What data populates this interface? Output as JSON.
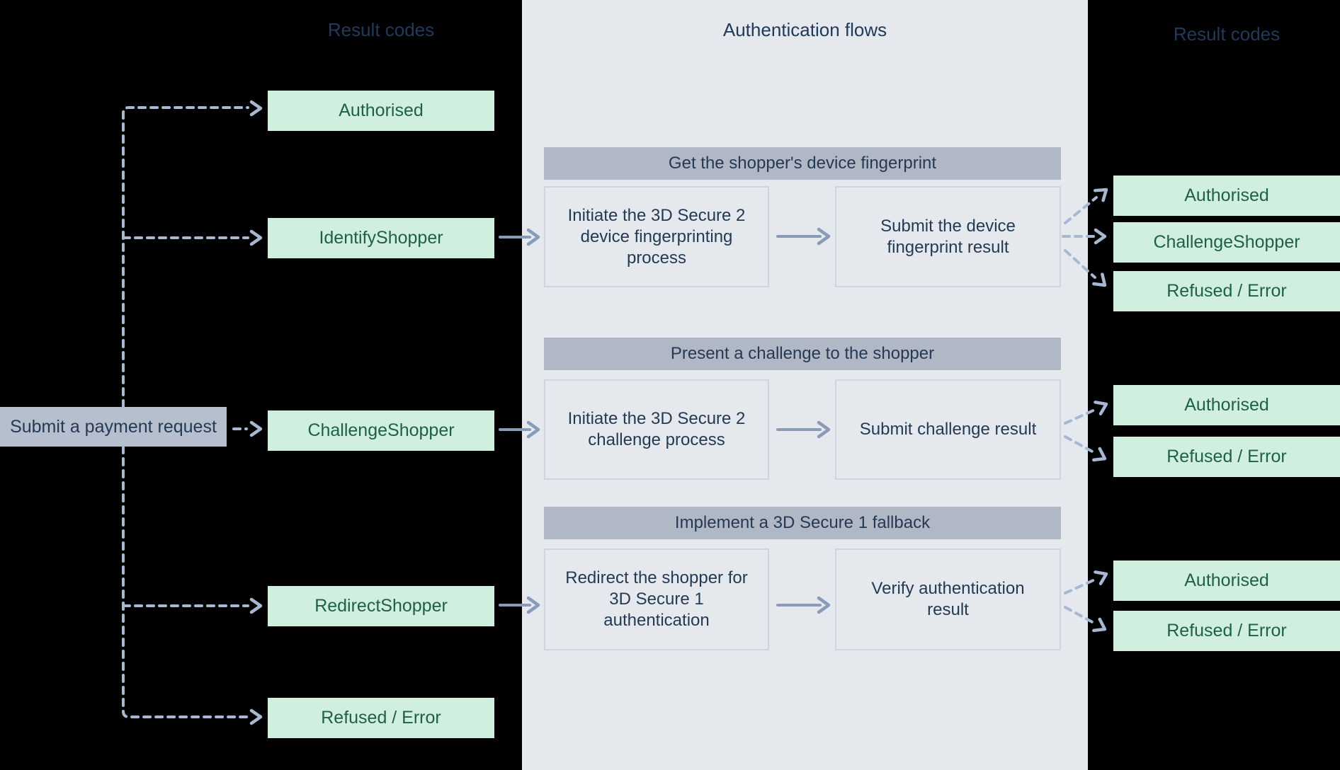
{
  "center_title": "Authentication flows",
  "headings": {
    "left": "Result codes",
    "right": "Result codes"
  },
  "payment": {
    "label": "Submit a payment request"
  },
  "left_codes": [
    {
      "label": "Authorised"
    },
    {
      "label": "IdentifyShopper"
    },
    {
      "label": "ChallengeShopper"
    },
    {
      "label": "RedirectShopper"
    },
    {
      "label": "Refused / Error"
    }
  ],
  "sections": [
    {
      "header": "Get the shopper's device fingerprint",
      "left_box": "Initiate the 3D Secure 2\ndevice fingerprinting\nprocess",
      "right_box": "Submit the device\nfingerprint result",
      "results": [
        "Authorised",
        "ChallengeShopper",
        "Refused / Error"
      ]
    },
    {
      "header": "Present a challenge to the shopper",
      "left_box": "Initiate the 3D Secure 2\nchallenge process",
      "right_box": "Submit challenge result",
      "results": [
        "Authorised",
        "Refused / Error"
      ]
    },
    {
      "header": "Implement a 3D Secure 1 fallback",
      "left_box": "Redirect the shopper for\n3D Secure 1\nauthentication",
      "right_box": "Verify authentication\nresult",
      "results": [
        "Authorised",
        "Refused / Error"
      ]
    }
  ],
  "colors": {
    "background": "#000000",
    "panel": "#e5e9ed",
    "section-bar": "#b0b8c6",
    "payment-box": "#b5bfce",
    "result-fill": "#d1efdf",
    "result-text": "#1d6244",
    "navy-text": "#243a54",
    "heading-text": "#21395a",
    "dashed-arrow": "#a9b8d2",
    "solid-arrow": "#8a9ab9",
    "box-border": "#ced5df"
  }
}
